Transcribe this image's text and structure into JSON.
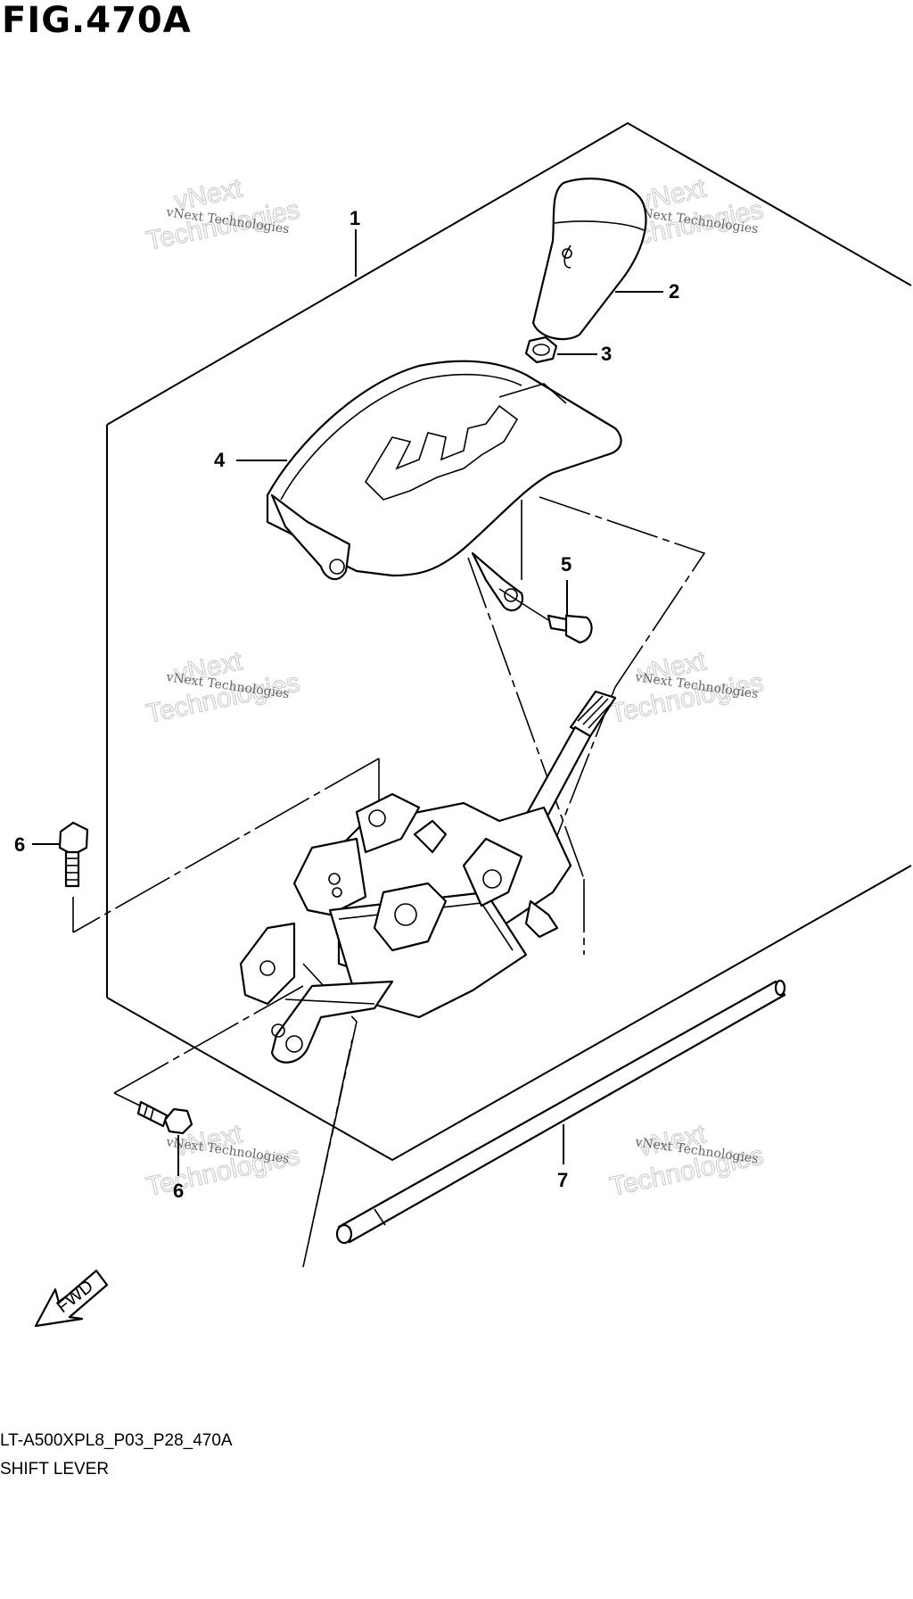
{
  "figure_title": "FIG.470A",
  "callouts": {
    "c1": "1",
    "c2": "2",
    "c3": "3",
    "c4": "4",
    "c5": "5",
    "c6a": "6",
    "c6b": "6",
    "c7": "7"
  },
  "watermark": {
    "small": "vNext Technologies",
    "big_line1": "vNext",
    "big_line2": "Technologies"
  },
  "direction_arrow": "FWD",
  "footer": {
    "code": "LT-A500XPL8_P03_P28_470A",
    "name": "SHIFT LEVER"
  }
}
